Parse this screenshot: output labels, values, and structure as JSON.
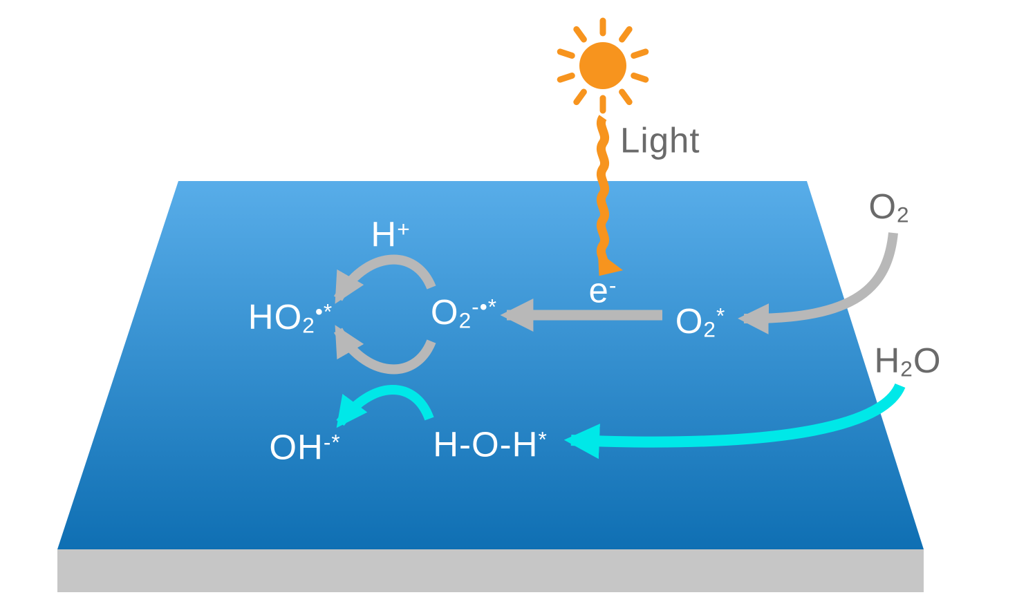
{
  "colors": {
    "background": "#FFFFFF",
    "orange": "#F7941E",
    "arrow-gray": "#B8B8B8",
    "label-gray": "#6A6A6A",
    "cyan": "#00E8E8",
    "white": "#FFFFFF",
    "slab-top": "#58ADE9",
    "slab-bottom": "#0F6FB3",
    "base-gray": "#C6C6C6"
  },
  "labels": {
    "light": {
      "text": "Light"
    },
    "electron": {
      "pre": "e",
      "sup": "-"
    },
    "h_plus": {
      "pre": "H",
      "sup": "+"
    },
    "ho2_radical": {
      "pre": "HO",
      "sub": "2",
      "sup": "•*"
    },
    "o2_radical": {
      "pre": "O",
      "sub": "2",
      "sup": "-•*"
    },
    "o2_adsorbed": {
      "pre": "O",
      "sub": "2",
      "sup": "*"
    },
    "oh_minus": {
      "pre": "OH",
      "sup": "-*"
    },
    "water_adsorbed": {
      "pre": "H-O-H",
      "sup": "*"
    },
    "o2_gas": {
      "pre": "O",
      "sub": "2"
    },
    "h2o_gas": {
      "pre": "H",
      "sub": "2",
      "post": "O"
    }
  }
}
